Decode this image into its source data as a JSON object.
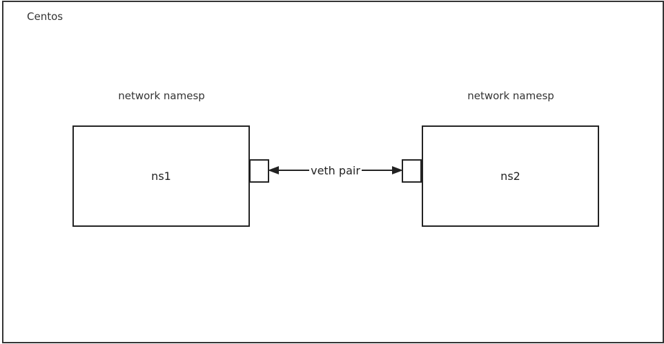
{
  "host": {
    "label": "Centos"
  },
  "namespaces": [
    {
      "caption": "network namesp",
      "name": "ns1"
    },
    {
      "caption": "network namesp",
      "name": "ns2"
    }
  ],
  "link": {
    "label": "veth pair"
  },
  "colors": {
    "stroke": "#222222",
    "background": "#ffffff"
  }
}
